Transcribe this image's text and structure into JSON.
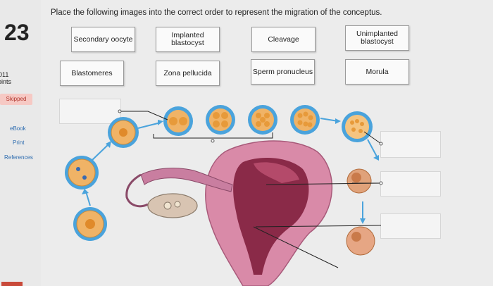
{
  "question": {
    "number": "23",
    "points_value": "011",
    "points_label": "oints",
    "status": "Skipped",
    "prompt": "Place the following images into the correct order to represent the migration of the conceptus."
  },
  "sidebar": {
    "links": [
      {
        "label": "eBook"
      },
      {
        "label": "Print"
      },
      {
        "label": "References"
      }
    ]
  },
  "tiles": [
    {
      "label": "Secondary oocyte"
    },
    {
      "label": "Implanted blastocyst"
    },
    {
      "label": "Cleavage"
    },
    {
      "label": "Unimplanted blastocyst"
    },
    {
      "label": "Blastomeres"
    },
    {
      "label": "Zona pellucida"
    },
    {
      "label": "Sperm pronucleus"
    },
    {
      "label": "Morula"
    }
  ],
  "colors": {
    "accent_skipped": "#f6c9c4",
    "link": "#2f6db0",
    "leader_line": "#5aa4d8"
  }
}
